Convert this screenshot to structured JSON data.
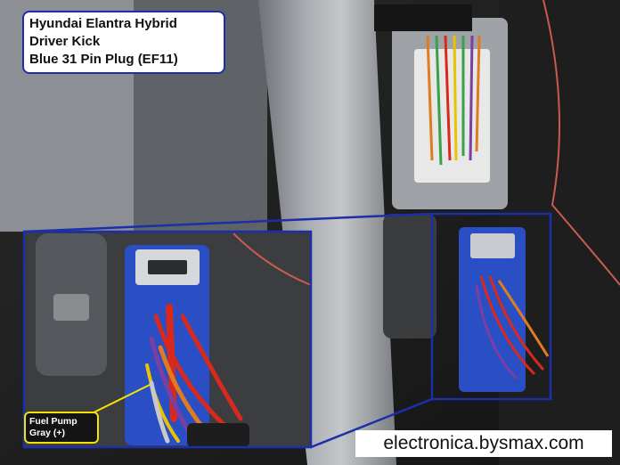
{
  "title_box": {
    "lines": [
      "Hyundai Elantra Hybrid",
      "Driver Kick",
      "Blue 31 Pin Plug (EF11)"
    ]
  },
  "callout": {
    "line1": "Fuel Pump",
    "line2": "Gray (+)"
  },
  "watermark": {
    "text": "electronica.bysmax.com"
  },
  "colors": {
    "title_border": "#1c2fa8",
    "callout_border": "#f4e200",
    "zoom_frame": "#1c2fa8",
    "connector_blue": "#2a4fc4",
    "wire_red": "#d8291d"
  }
}
